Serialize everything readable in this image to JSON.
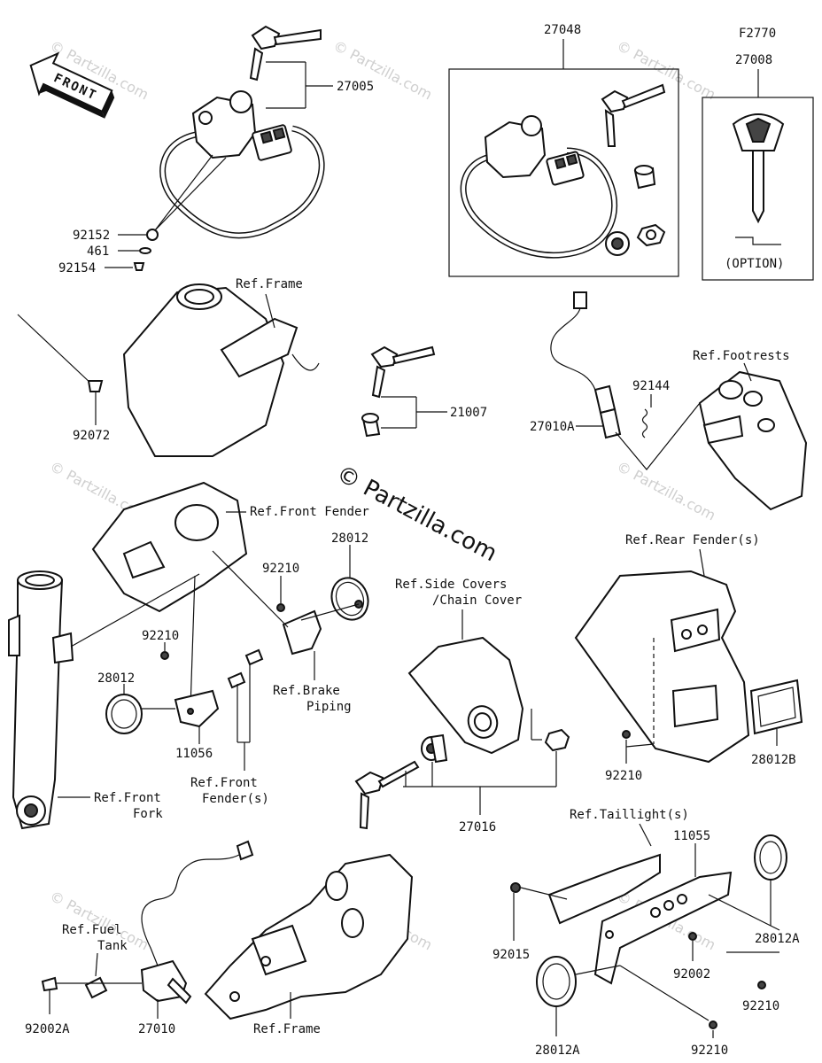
{
  "watermark": "© Partzilla.com",
  "center_watermark": "© Partzilla.com",
  "front_label": "FRONT",
  "kit_ref": "F2770",
  "option_label": "(OPTION)",
  "parts": {
    "p27005": "27005",
    "p27048": "27048",
    "p27008": "27008",
    "p92152": "92152",
    "p461": "461",
    "p92154": "92154",
    "p92072": "92072",
    "p21007": "21007",
    "p92144": "92144",
    "p27010A": "27010A",
    "p28012_top": "28012",
    "p92210_a": "92210",
    "p92210_b": "92210",
    "p28012_left": "28012",
    "p11056": "11056",
    "p27016": "27016",
    "p92210_c": "92210",
    "p28012B": "28012B",
    "p11055": "11055",
    "p28012A_r": "28012A",
    "p92015": "92015",
    "p92002": "92002",
    "p92210_d": "92210",
    "p28012A_b": "28012A",
    "p92210_e": "92210",
    "p92002A": "92002A",
    "p27010": "27010"
  },
  "refs": {
    "frame_top": "Ref.Frame",
    "footrests": "Ref.Footrests",
    "front_fender": "Ref.Front Fender",
    "brake_1": "Ref.Brake",
    "brake_2": "Piping",
    "side_covers_1": "Ref.Side Covers",
    "side_covers_2": "/Chain Cover",
    "rear_fender": "Ref.Rear Fender(s)",
    "front_fork_1": "Ref.Front",
    "front_fork_2": "Fork",
    "front_fenders_1": "Ref.Front",
    "front_fenders_2": "Fender(s)",
    "taillight": "Ref.Taillight(s)",
    "fuel_1": "Ref.Fuel",
    "fuel_2": "Tank",
    "frame_bottom": "Ref.Frame"
  }
}
